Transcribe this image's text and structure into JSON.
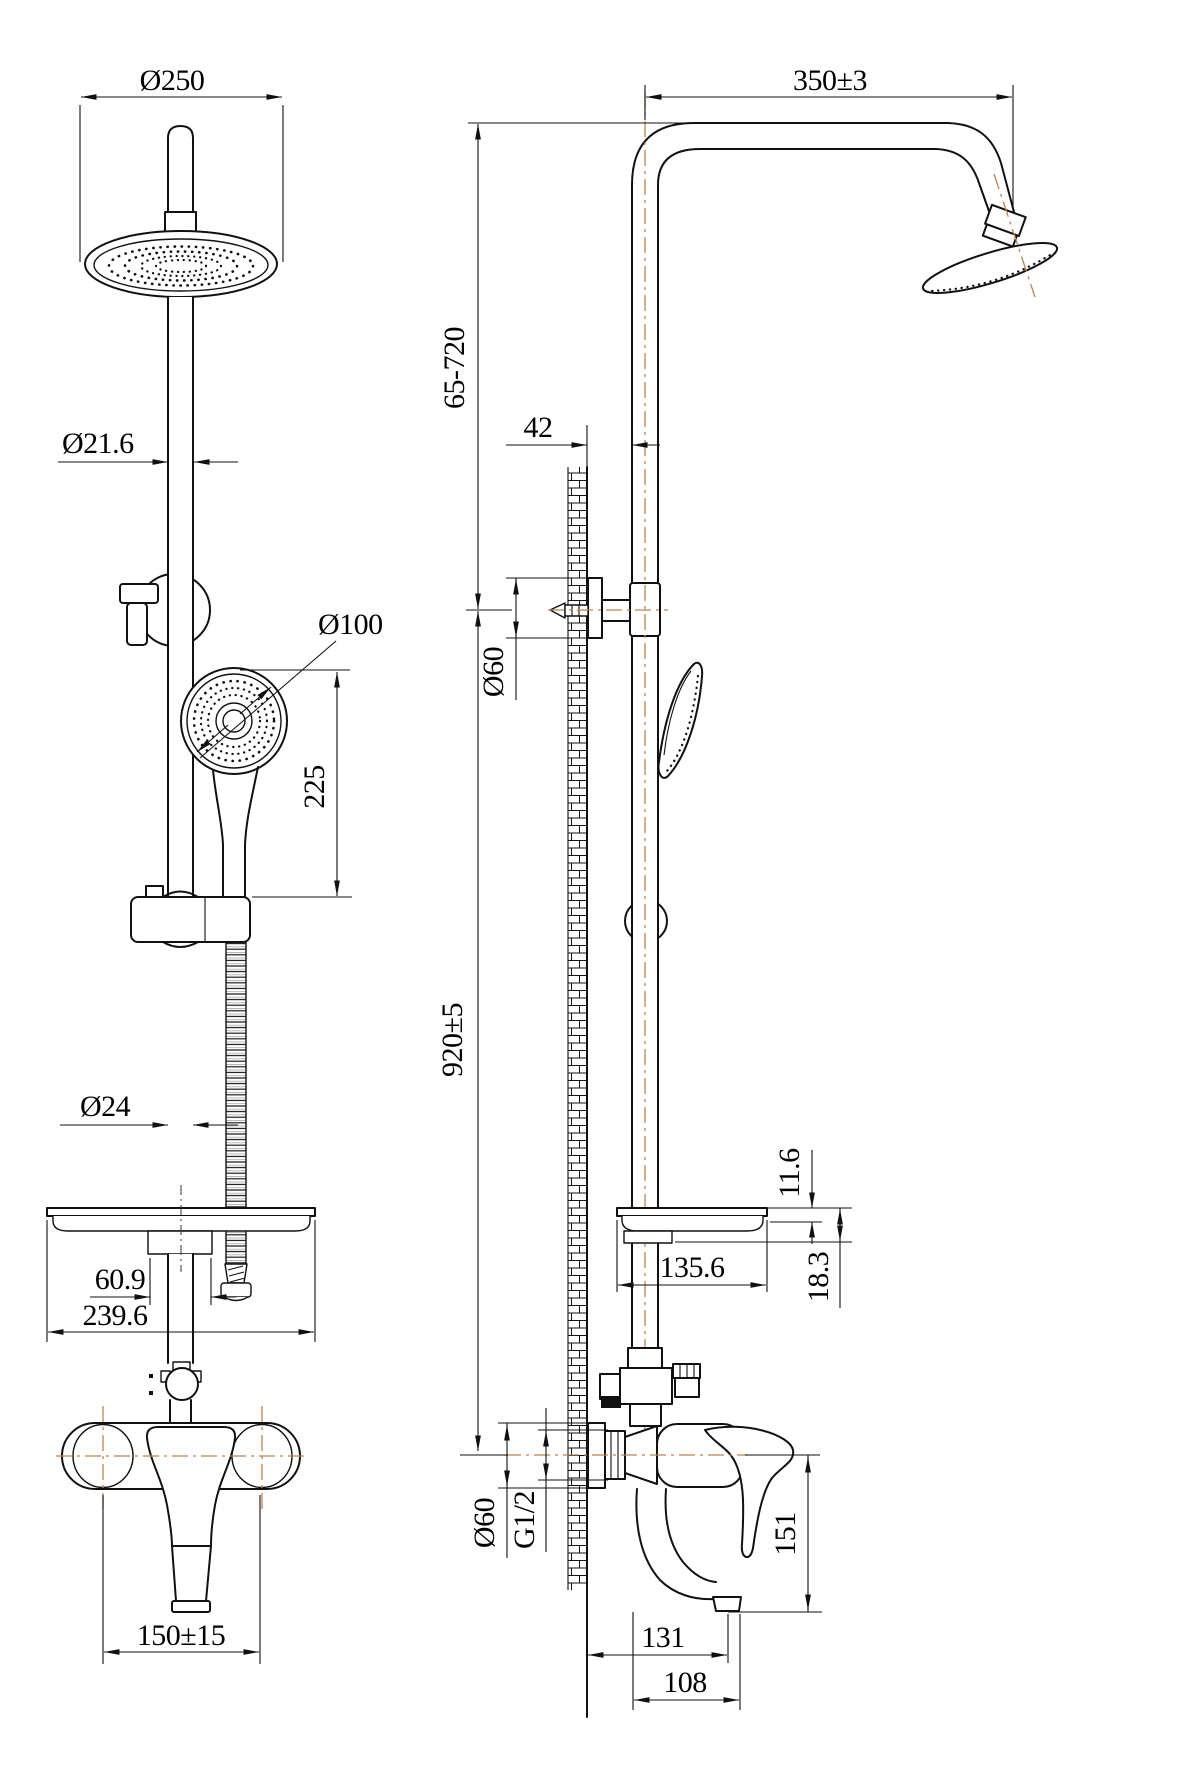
{
  "colors": {
    "background": "#ffffff",
    "line": "#111111",
    "centerline": "#b9854e"
  },
  "front_view": {
    "head_diameter": "Ø250",
    "pipe_diameter": "Ø21.6",
    "handshower_diameter": "Ø100",
    "handshower_height": "225",
    "riser_diameter": "Ø24",
    "offset_width": "60.9",
    "shelf_width": "239.6",
    "inlet_spacing": "150±15"
  },
  "side_view": {
    "arm_reach": "350±3",
    "height_range": "65-720",
    "wall_offset": "42",
    "bracket_diameter": "Ø60",
    "column_height": "920±5",
    "shelf_lip": "11.6",
    "shelf_height": "18.3",
    "shelf_depth": "135.6",
    "escutcheon_diameter": "Ø60",
    "inlet_thread": "G1/2",
    "spout_drop": "151",
    "spout_reach_wall": "131",
    "spout_reach": "108"
  }
}
